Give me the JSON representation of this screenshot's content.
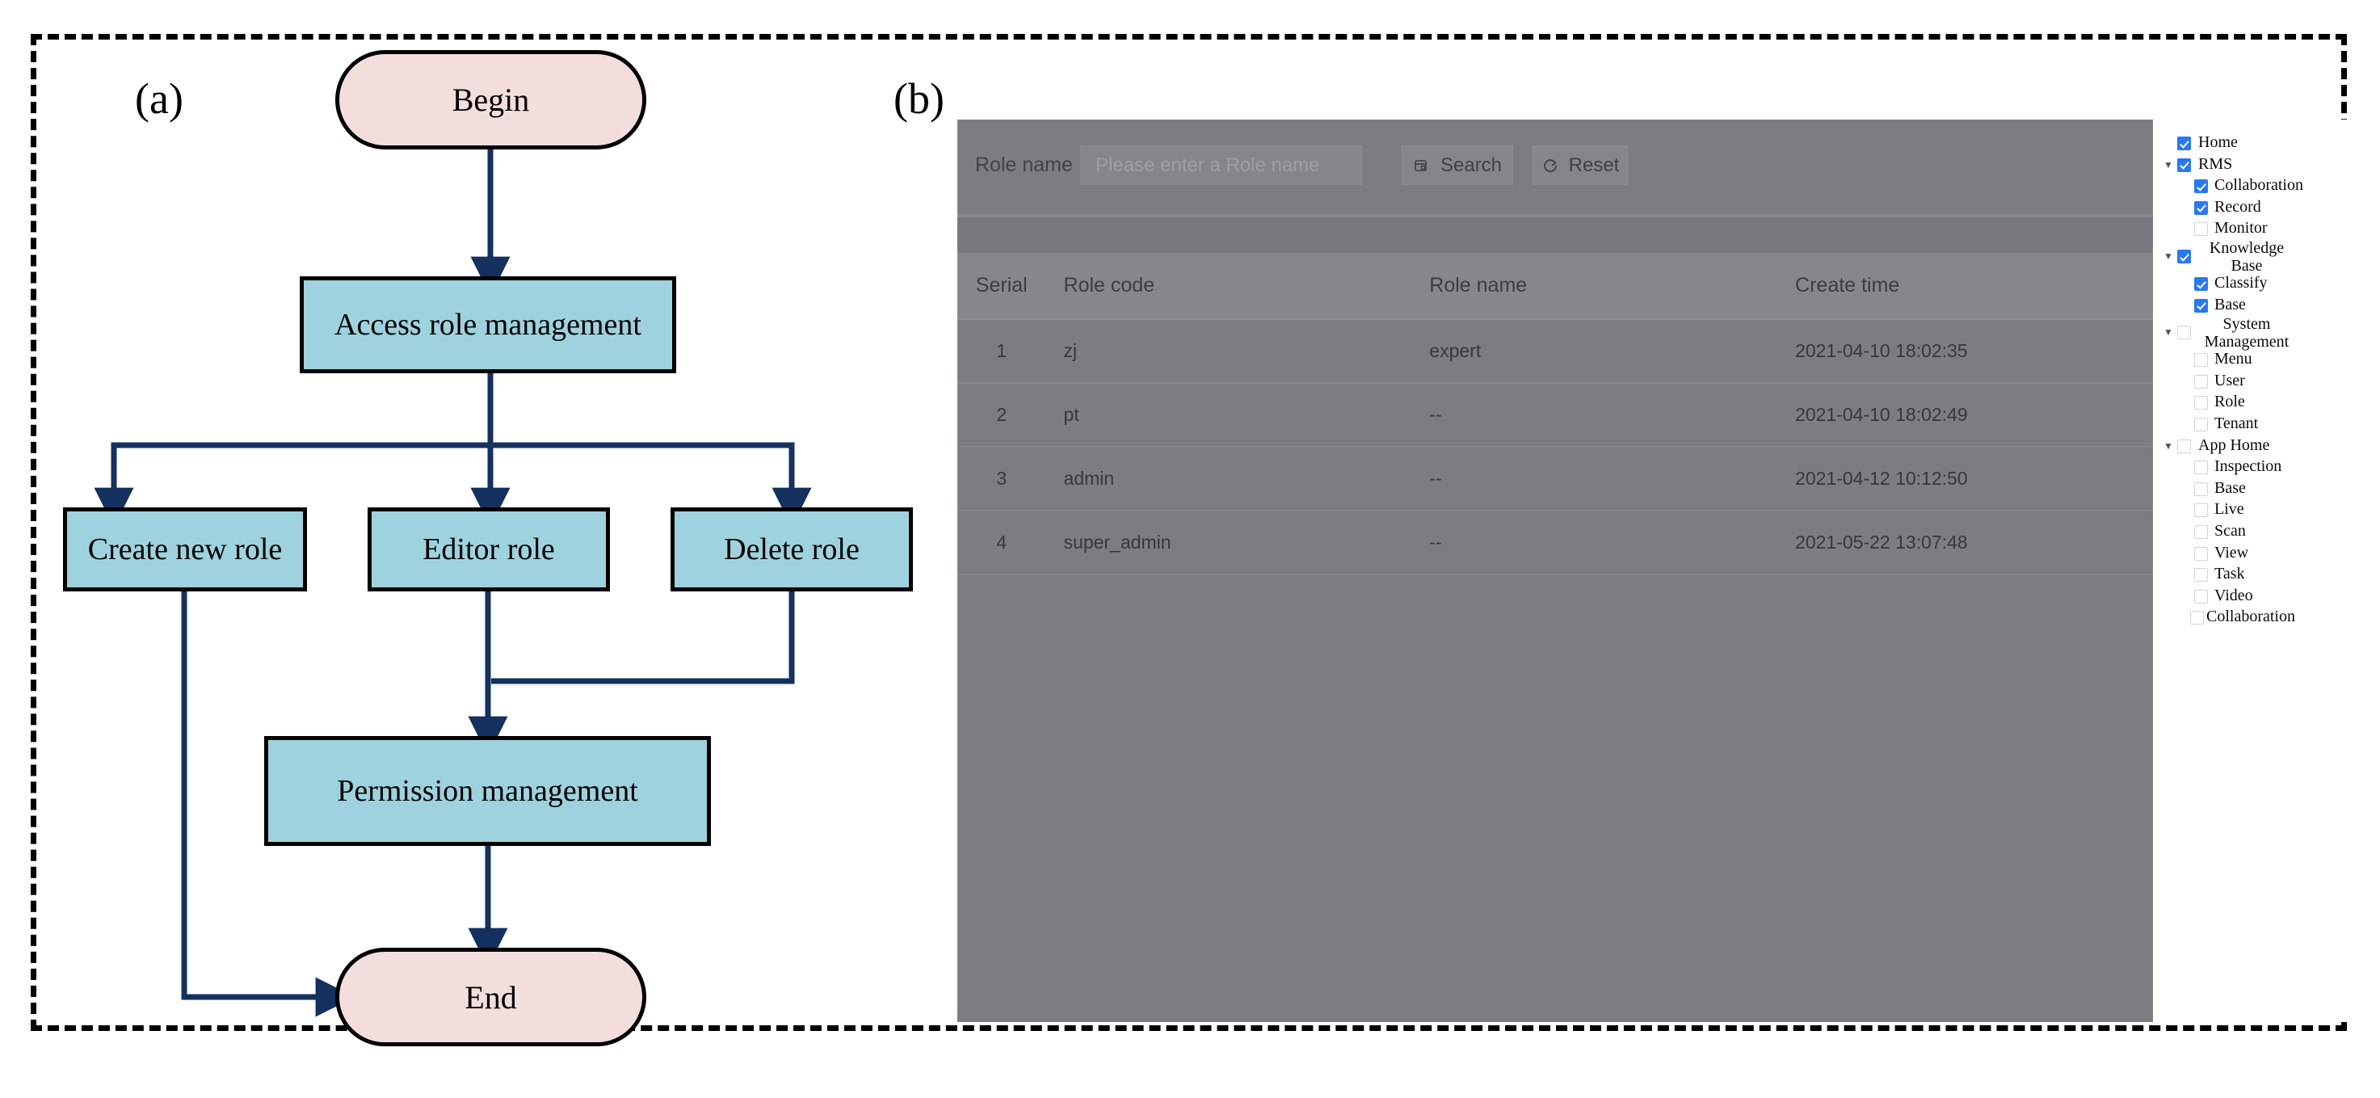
{
  "figure": {
    "panel_a_label": "(a)",
    "panel_b_label": "(b)"
  },
  "flowchart": {
    "nodes": {
      "begin": "Begin",
      "access": "Access role management",
      "create": "Create new role",
      "editor": "Editor role",
      "delete": "Delete role",
      "permission": "Permission management",
      "end": "End"
    },
    "colors": {
      "terminal_fill": "#f3dedd",
      "process_fill": "#9ed2de",
      "arrow": "#14315f",
      "border": "#000000"
    }
  },
  "ui": {
    "toolbar": {
      "role_name_label": "Role name :",
      "role_name_placeholder": "Please enter a Role name",
      "role_name_value": "",
      "search_label": "Search",
      "reset_label": "Reset"
    },
    "table": {
      "columns": [
        "Serial",
        "Role code",
        "Role name",
        "Create time"
      ],
      "rows": [
        {
          "serial": "1",
          "code": "zj",
          "name": "expert",
          "time": "2021-04-10 18:02:35"
        },
        {
          "serial": "2",
          "code": "pt",
          "name": "--",
          "time": "2021-04-10 18:02:49"
        },
        {
          "serial": "3",
          "code": "admin",
          "name": "--",
          "time": "2021-04-12 10:12:50"
        },
        {
          "serial": "4",
          "code": "super_admin",
          "name": "--",
          "time": "2021-05-22 13:07:48"
        }
      ]
    },
    "permission_tree": {
      "accent_checked": "#2878f0",
      "items": [
        {
          "label": "Home",
          "depth": 1,
          "checked": true,
          "caret": false,
          "wrap": false
        },
        {
          "label": "RMS",
          "depth": 1,
          "checked": true,
          "caret": true,
          "wrap": false
        },
        {
          "label": "Collaboration",
          "depth": 2,
          "checked": true,
          "caret": false,
          "wrap": false
        },
        {
          "label": "Record",
          "depth": 2,
          "checked": true,
          "caret": false,
          "wrap": false
        },
        {
          "label": "Monitor",
          "depth": 2,
          "checked": false,
          "caret": false,
          "wrap": false
        },
        {
          "label": "Knowledge Base",
          "depth": 1,
          "checked": true,
          "caret": true,
          "wrap": true
        },
        {
          "label": "Classify",
          "depth": 2,
          "checked": true,
          "caret": false,
          "wrap": false
        },
        {
          "label": "Base",
          "depth": 2,
          "checked": true,
          "caret": false,
          "wrap": false
        },
        {
          "label": "System Management",
          "depth": 1,
          "checked": false,
          "caret": true,
          "wrap": true
        },
        {
          "label": "Menu",
          "depth": 2,
          "checked": false,
          "caret": false,
          "wrap": false
        },
        {
          "label": "User",
          "depth": 2,
          "checked": false,
          "caret": false,
          "wrap": false
        },
        {
          "label": "Role",
          "depth": 2,
          "checked": false,
          "caret": false,
          "wrap": false
        },
        {
          "label": "Tenant",
          "depth": 2,
          "checked": false,
          "caret": false,
          "wrap": false
        },
        {
          "label": "App Home",
          "depth": 1,
          "checked": false,
          "caret": true,
          "wrap": false
        },
        {
          "label": "Inspection",
          "depth": 2,
          "checked": false,
          "caret": false,
          "wrap": false
        },
        {
          "label": "Base",
          "depth": 2,
          "checked": false,
          "caret": false,
          "wrap": false
        },
        {
          "label": "Live",
          "depth": 2,
          "checked": false,
          "caret": false,
          "wrap": false
        },
        {
          "label": "Scan",
          "depth": 2,
          "checked": false,
          "caret": false,
          "wrap": false
        },
        {
          "label": "View",
          "depth": 2,
          "checked": false,
          "caret": false,
          "wrap": false
        },
        {
          "label": "Task",
          "depth": 2,
          "checked": false,
          "caret": false,
          "wrap": false
        },
        {
          "label": "Video",
          "depth": 2,
          "checked": false,
          "caret": false,
          "wrap": false
        },
        {
          "label": "Collaboration",
          "depth": 2,
          "checked": false,
          "caret": false,
          "wrap": false,
          "narrow": true
        }
      ]
    }
  }
}
